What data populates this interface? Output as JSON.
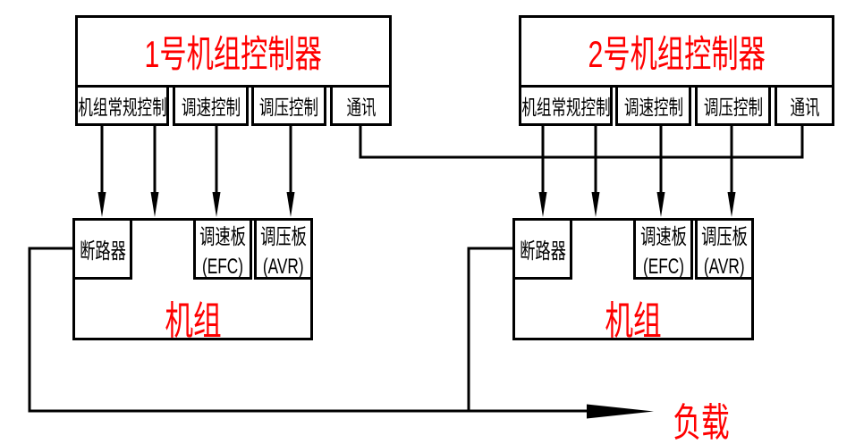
{
  "diagram": {
    "controllers": [
      {
        "title": "1号机组控制器",
        "modules": [
          {
            "label": "机组常规控制"
          },
          {
            "label": "调速控制"
          },
          {
            "label": "调压控制"
          },
          {
            "label": "通讯"
          }
        ]
      },
      {
        "title": "2号机组控制器",
        "modules": [
          {
            "label": "机组常规控制"
          },
          {
            "label": "调速控制"
          },
          {
            "label": "调压控制"
          },
          {
            "label": "通讯"
          }
        ]
      }
    ],
    "units": [
      {
        "label": "机组",
        "breaker": "断路器",
        "governor": {
          "line1": "调速板",
          "line2": "(EFC)"
        },
        "avr": {
          "line1": "调压板",
          "line2": "(AVR)"
        }
      },
      {
        "label": "机组",
        "breaker": "断路器",
        "governor": {
          "line1": "调速板",
          "line2": "(EFC)"
        },
        "avr": {
          "line1": "调压板",
          "line2": "(AVR)"
        }
      }
    ],
    "load": {
      "label": "负载"
    },
    "colors": {
      "label_red": "#ff0000",
      "line_black": "#000000"
    }
  }
}
